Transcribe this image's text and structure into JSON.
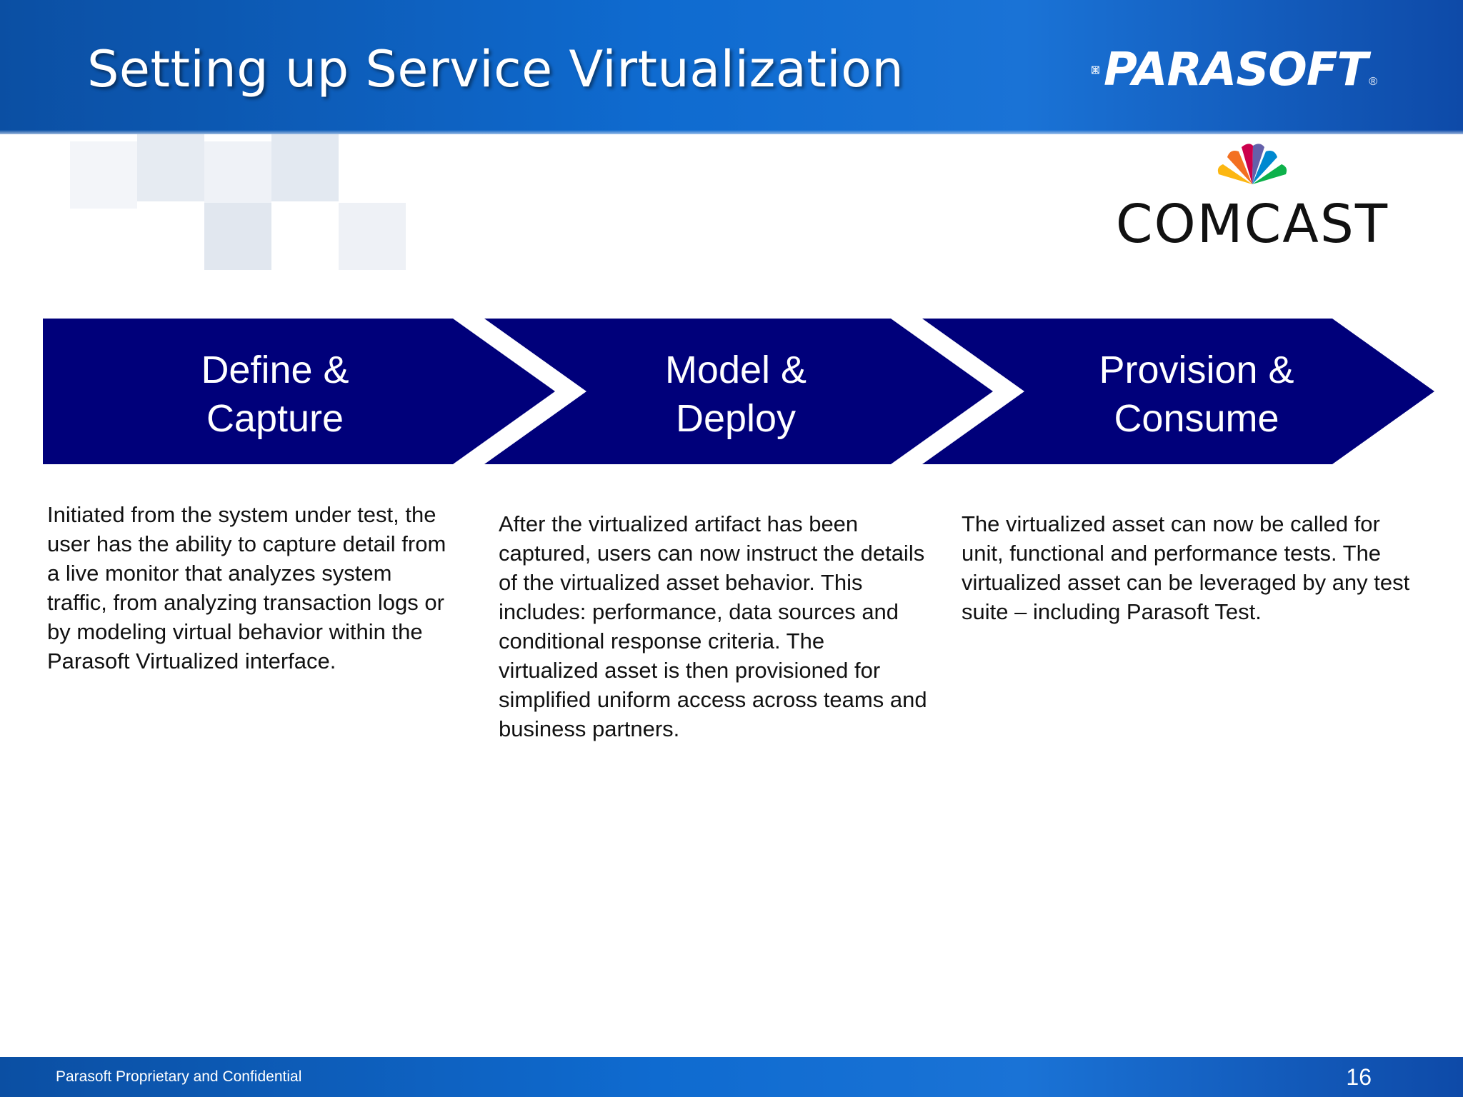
{
  "slide": {
    "title": "Setting up Service Virtualization",
    "page_number": "16",
    "footer": "Parasoft Proprietary and Confidential"
  },
  "logos": {
    "parasoft": {
      "text": "PARASOFT",
      "registered": "®",
      "icon": "parasoft-mark-icon"
    },
    "comcast": {
      "text": "COMCAST",
      "icon": "peacock-icon"
    }
  },
  "steps": [
    {
      "label": "Define &\nCapture",
      "description": "Initiated from the system under test, the user has the ability to capture detail from a live monitor that analyzes system traffic, from analyzing transaction logs or by modeling virtual behavior within the Parasoft Virtualized interface."
    },
    {
      "label": "Model &\nDeploy",
      "description": "After the virtualized artifact has been captured, users can now instruct the details of the virtualized asset behavior.  This includes: performance, data sources and conditional response criteria.  The virtualized asset is then provisioned for simplified uniform access across teams and business partners."
    },
    {
      "label": "Provision &\nConsume",
      "description": "The virtualized asset can now be called for unit, functional and performance tests.  The virtualized asset can be leveraged by any test suite – including Parasoft Test."
    }
  ],
  "colors": {
    "header_blue": "#0f6bd0",
    "chevron_navy": "#00007a",
    "text": "#111111"
  }
}
